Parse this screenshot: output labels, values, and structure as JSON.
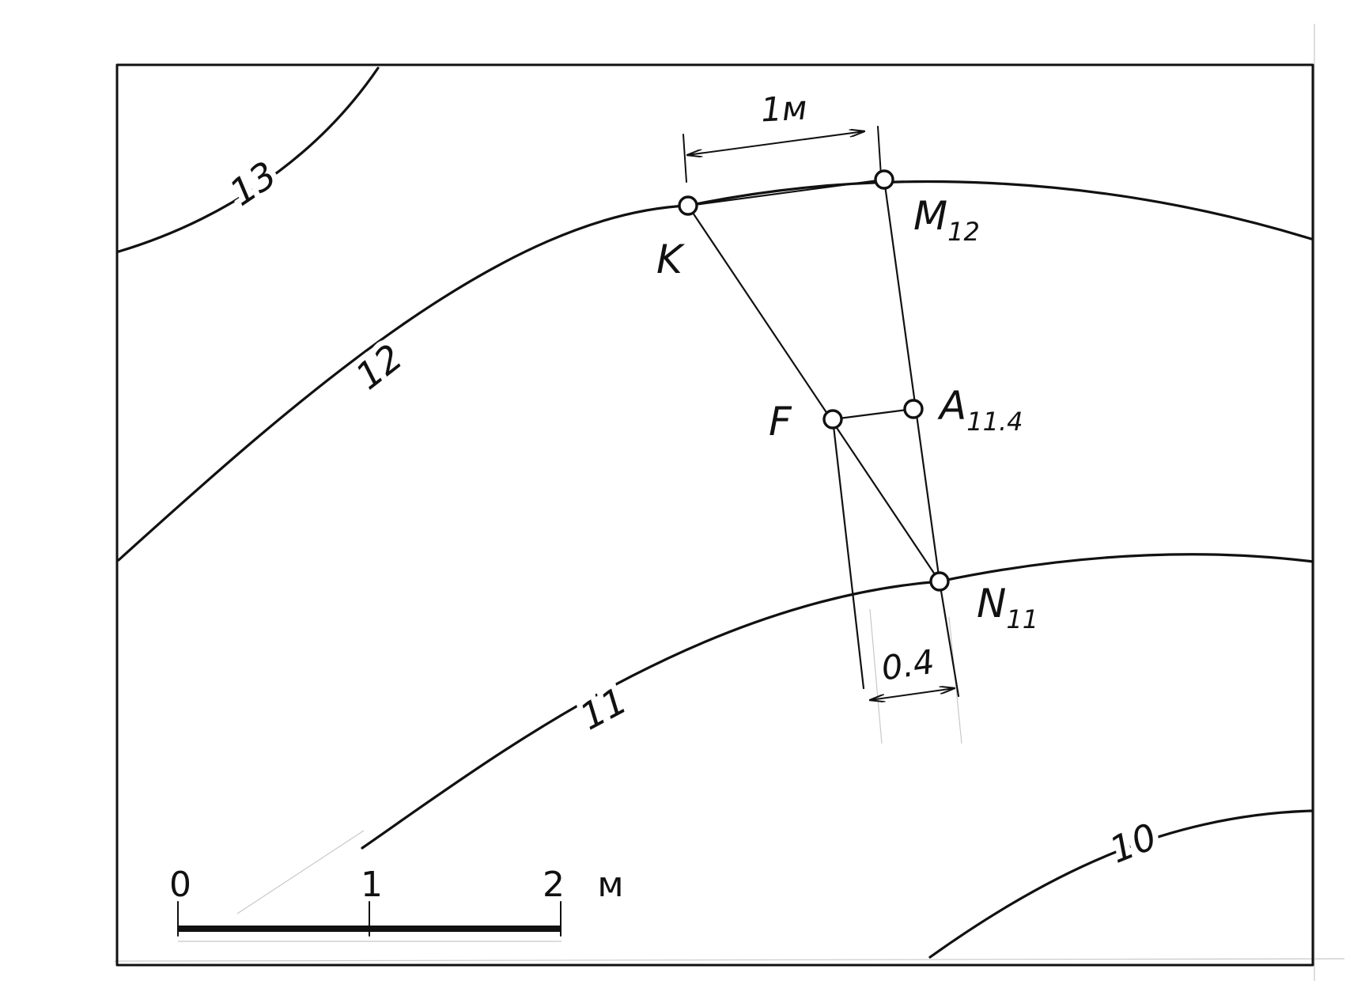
{
  "contours": [
    {
      "label": "13"
    },
    {
      "label": "12"
    },
    {
      "label": "11"
    },
    {
      "label": "10"
    }
  ],
  "points": {
    "K": {
      "letter": "K",
      "subscript": ""
    },
    "M": {
      "letter": "M",
      "subscript": "12"
    },
    "A": {
      "letter": "A",
      "subscript": "11.4"
    },
    "F": {
      "letter": "F",
      "subscript": ""
    },
    "N": {
      "letter": "N",
      "subscript": "11"
    }
  },
  "dimensions": {
    "top": "1м",
    "bottom": "0.4"
  },
  "scale_bar": {
    "ticks": [
      "0",
      "1",
      "2"
    ],
    "unit": "м"
  }
}
